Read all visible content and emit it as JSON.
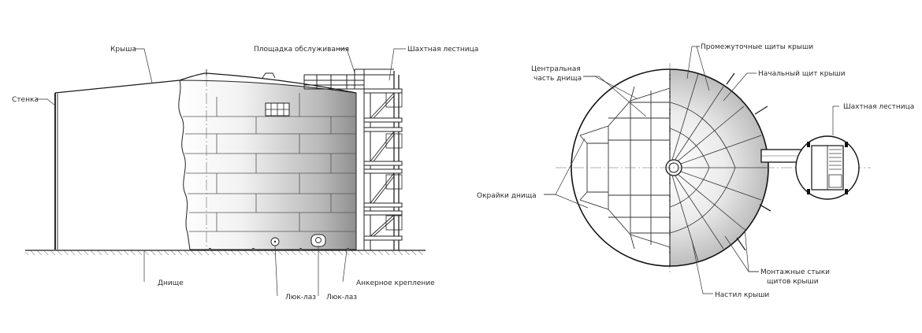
{
  "elevation_labels": {
    "roof": "Крыша",
    "service_platform": "Площадка обслуживания",
    "shaft_ladder": "Шахтная лестница",
    "wall": "Стенка",
    "bottom": "Днище",
    "anchor": "Анкерное крепление",
    "manhole_1": "Люк-лаз",
    "manhole_2": "Люк-лаз"
  },
  "plan_labels": {
    "intermediate_panels": "Промежуточные щиты крыши",
    "central_part_line1": "Центральная",
    "central_part_line2": "часть днища",
    "initial_panel": "Начальный щит крыши",
    "shaft_ladder": "Шахтная лестница",
    "annular_plates": "Окрайки днища",
    "joints_line1": "Монтажные стыки",
    "joints_line2": "щитов крыши",
    "roof_deck": "Настил крыши"
  }
}
